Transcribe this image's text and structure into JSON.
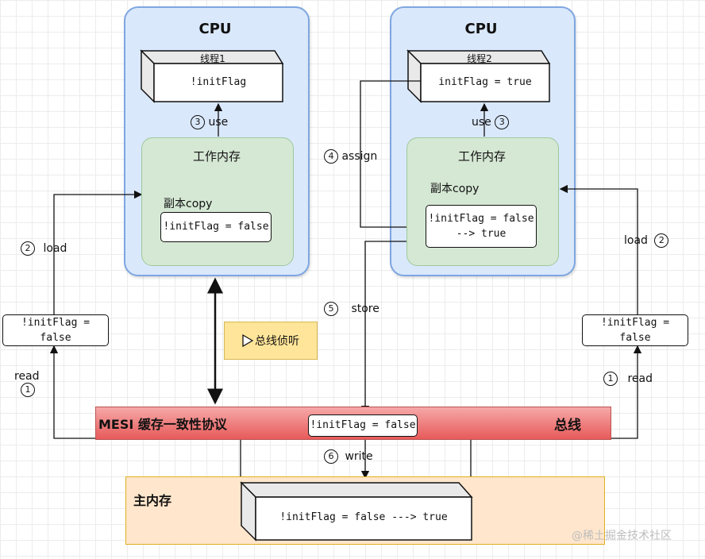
{
  "cpu_left": {
    "title": "CPU",
    "thread_label": "线程1",
    "thread_value": "!initFlag",
    "use_label": "use",
    "use_num": "3",
    "work_title": "工作内存",
    "copy_label": "副本copy",
    "copy_value": "!initFlag = false"
  },
  "cpu_right": {
    "title": "CPU",
    "thread_label": "线程2",
    "thread_value": "initFlag = true",
    "use_label": "use",
    "use_num": "3",
    "work_title": "工作内存",
    "copy_label": "副本copy",
    "copy_value_line1": "!initFlag = false",
    "copy_value_line2": "--> true"
  },
  "left_side": {
    "value": "!initFlag = false",
    "load_label": "load",
    "load_num": "2",
    "read_label": "read",
    "read_num": "1"
  },
  "right_side": {
    "value": "!initFlag = false",
    "load_label": "load",
    "load_num": "2",
    "read_label": "read",
    "read_num": "1"
  },
  "assign": {
    "num": "4",
    "label": "assign"
  },
  "store": {
    "num": "5",
    "label": "store"
  },
  "write": {
    "num": "6",
    "label": "write"
  },
  "snoop": {
    "label": "总线侦听",
    "icon": "play-triangle-icon"
  },
  "bus": {
    "title": "MESI 缓存一致性协议",
    "right_label": "总线",
    "value": "!initFlag = false"
  },
  "main_memory": {
    "title": "主内存",
    "value": "!initFlag = false ---> true"
  },
  "watermark": "@稀土掘金技术社区",
  "colors": {
    "cpu_fill": "#dae8fc",
    "work_fill": "#d5e8d4",
    "bus_fill": "#e85a5a",
    "memory_fill": "#ffe6cc",
    "snoop_fill": "#ffe599"
  }
}
